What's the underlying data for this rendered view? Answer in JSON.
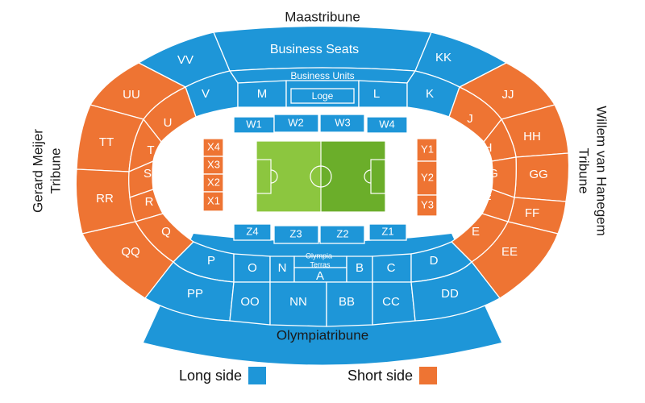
{
  "stands": {
    "north": "Maastribune",
    "south": "Olympiatribune",
    "west_line1": "Gerard Meijer",
    "west_line2": "Tribune",
    "east_line1": "Willem van Hanegem",
    "east_line2": "Tribune"
  },
  "colors": {
    "long_side": "#1e96d8",
    "short_side": "#ee7433",
    "pitch_light": "#8cc63f",
    "pitch_dark": "#6bae2a"
  },
  "sections": {
    "business_seats": "Business Seats",
    "business_units": "Business Units",
    "loge": "Loge",
    "olympia_terras_line1": "Olympia-",
    "olympia_terras_line2": "Terras",
    "VV": "VV",
    "KK": "KK",
    "V": "V",
    "M": "M",
    "L": "L",
    "K": "K",
    "UU": "UU",
    "TT": "TT",
    "RR": "RR",
    "QQ": "QQ",
    "U": "U",
    "T": "T",
    "S": "S",
    "R": "R",
    "Q": "Q",
    "JJ": "JJ",
    "HH": "HH",
    "GG": "GG",
    "FF": "FF",
    "EE": "EE",
    "J": "J",
    "H": "H",
    "G": "G",
    "F": "F",
    "E": "E",
    "P": "P",
    "O": "O",
    "N": "N",
    "A": "A",
    "B": "B",
    "C": "C",
    "D": "D",
    "PP": "PP",
    "OO": "OO",
    "NN": "NN",
    "BB": "BB",
    "CC": "CC",
    "DD": "DD",
    "W1": "W1",
    "W2": "W2",
    "W3": "W3",
    "W4": "W4",
    "Z1": "Z1",
    "Z2": "Z2",
    "Z3": "Z3",
    "Z4": "Z4",
    "X1": "X1",
    "X2": "X2",
    "X3": "X3",
    "X4": "X4",
    "Y1": "Y1",
    "Y2": "Y2",
    "Y3": "Y3"
  },
  "legend": {
    "long_label": "Long side",
    "short_label": "Short side"
  }
}
